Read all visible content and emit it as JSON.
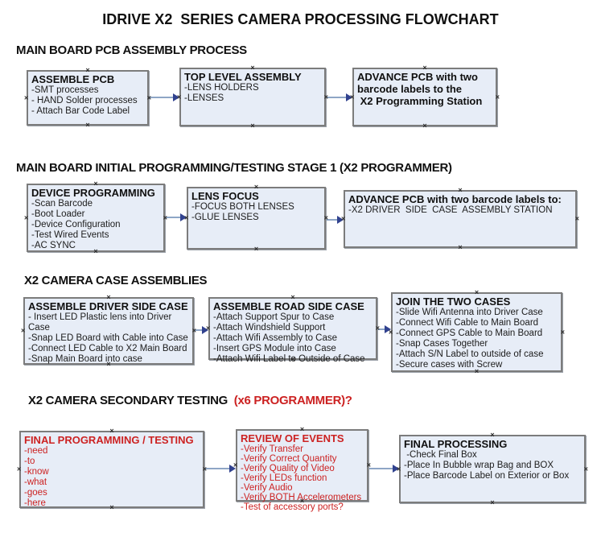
{
  "title": "IDRIVE X2  SERIES CAMERA PROCESSING FLOWCHART",
  "icons": {
    "connection_handle": "×"
  },
  "colors": {
    "box_fill": "#e7edf7",
    "box_border": "#7c7c7c",
    "arrow_line": "#8ea6c6",
    "arrow_head": "#31428f",
    "red_text": "#cc2222"
  },
  "sections": [
    {
      "heading": "MAIN BOARD PCB ASSEMBLY PROCESS",
      "boxes": [
        {
          "title": "ASSEMBLE PCB",
          "lines": [
            "-SMT processes",
            "- HAND Solder processes",
            "- Attach Bar Code Label"
          ]
        },
        {
          "title": "TOP LEVEL ASSEMBLY",
          "lines": [
            "-LENS HOLDERS",
            "-LENSES"
          ]
        },
        {
          "title": "ADVANCE PCB with two barcode labels to the",
          "lines": [
            " X2 Programming Station"
          ]
        }
      ]
    },
    {
      "heading": "MAIN BOARD INITIAL PROGRAMMING/TESTING STAGE 1 (X2 PROGRAMMER)",
      "boxes": [
        {
          "title": "DEVICE PROGRAMMING",
          "lines": [
            "-Scan Barcode",
            "-Boot Loader",
            "-Device Configuration",
            "-Test Wired Events",
            "-AC SYNC"
          ]
        },
        {
          "title": "LENS FOCUS",
          "lines": [
            "-FOCUS BOTH LENSES",
            "-GLUE LENSES"
          ]
        },
        {
          "title": "ADVANCE PCB with two barcode labels to:",
          "lines": [
            "-X2 DRIVER  SIDE  CASE  ASSEMBLY STATION"
          ]
        }
      ]
    },
    {
      "heading": "X2 CAMERA CASE ASSEMBLIES",
      "boxes": [
        {
          "title": "ASSEMBLE DRIVER SIDE CASE",
          "lines": [
            "- Insert LED Plastic lens into Driver Case",
            "-Snap LED Board with Cable into Case",
            "-Connect LED Cable to X2 Main Board",
            "-Snap Main Board into case"
          ]
        },
        {
          "title": "ASSEMBLE ROAD SIDE CASE",
          "lines": [
            "-Attach Support Spur to Case",
            "-Attach Windshield Support",
            "-Attach Wifi Assembly to Case",
            "-Insert GPS Module into Case",
            "-Attach Wifi Label to Outside of Case"
          ]
        },
        {
          "title": "JOIN THE TWO CASES",
          "lines": [
            "-Slide Wifi Antenna into Driver Case",
            "-Connect Wifi Cable to Main Board",
            "-Connect GPS Cable to Main Board",
            "-Snap Cases Together",
            "-Attach S/N Label to outside of case",
            "-Secure cases with Screw"
          ]
        }
      ]
    },
    {
      "heading": "X2 CAMERA SECONDARY TESTING ",
      "heading_suffix": " (x6 PROGRAMMER)?",
      "boxes": [
        {
          "title": "FINAL PROGRAMMING / TESTING",
          "lines": [
            "-need",
            "-to",
            "-know",
            "-what",
            "-goes",
            "-here"
          ]
        },
        {
          "title": "REVIEW OF EVENTS",
          "lines": [
            "-Verify Transfer",
            "-Verify Correct Quantity",
            "-Verify Quality of Video",
            "-Verify LEDs function",
            "-Verify Audio",
            "-Verify BOTH Accelerometers",
            "-Test of accessory ports?"
          ]
        },
        {
          "title": "FINAL PROCESSING",
          "lines": [
            " -Check Final Box",
            "-Place In Bubble wrap Bag and BOX",
            "-Place Barcode Label on Exterior or Box"
          ]
        }
      ]
    }
  ]
}
